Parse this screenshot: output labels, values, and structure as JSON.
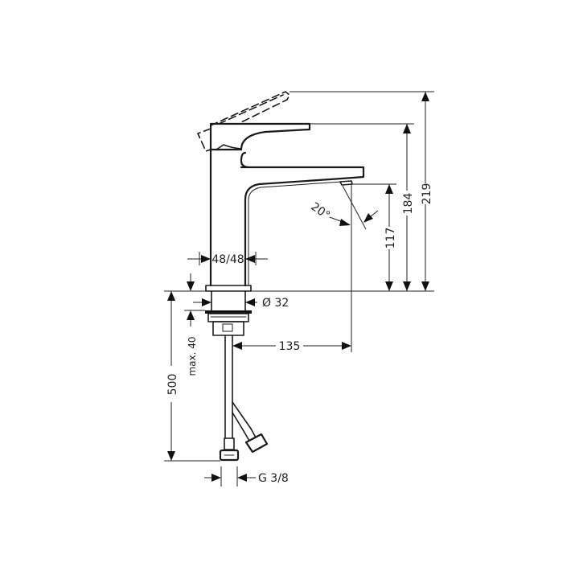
{
  "drawing": {
    "subject": "single-lever basin mixer tap, side view with dimensions",
    "units": "mm",
    "dimensions": {
      "total_height_lever_open": "219",
      "lever_height": "184",
      "spout_height": "117",
      "spout_angle": "20°",
      "body_width": "48/48",
      "mounting_hole": "Ø 32",
      "max_counter_thickness": "max. 40",
      "spout_reach": "135",
      "hose_length": "500",
      "connection_thread": "G 3/8"
    }
  }
}
